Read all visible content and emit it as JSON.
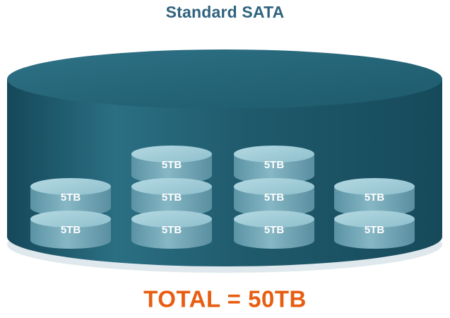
{
  "title": "Standard SATA",
  "total_label": "TOTAL = 50TB",
  "colors": {
    "title": "#30637f",
    "total": "#e75e12",
    "pool_body": "#1d5566",
    "pool_top": "#236577",
    "disk_body": "#6fa3b2",
    "disk_top": "#9cc7d3"
  },
  "pool": {
    "disk_stacks": [
      {
        "disks": [
          "5TB",
          "5TB"
        ]
      },
      {
        "disks": [
          "5TB",
          "5TB",
          "5TB"
        ]
      },
      {
        "disks": [
          "5TB",
          "5TB",
          "5TB"
        ]
      },
      {
        "disks": [
          "5TB",
          "5TB"
        ]
      }
    ]
  }
}
